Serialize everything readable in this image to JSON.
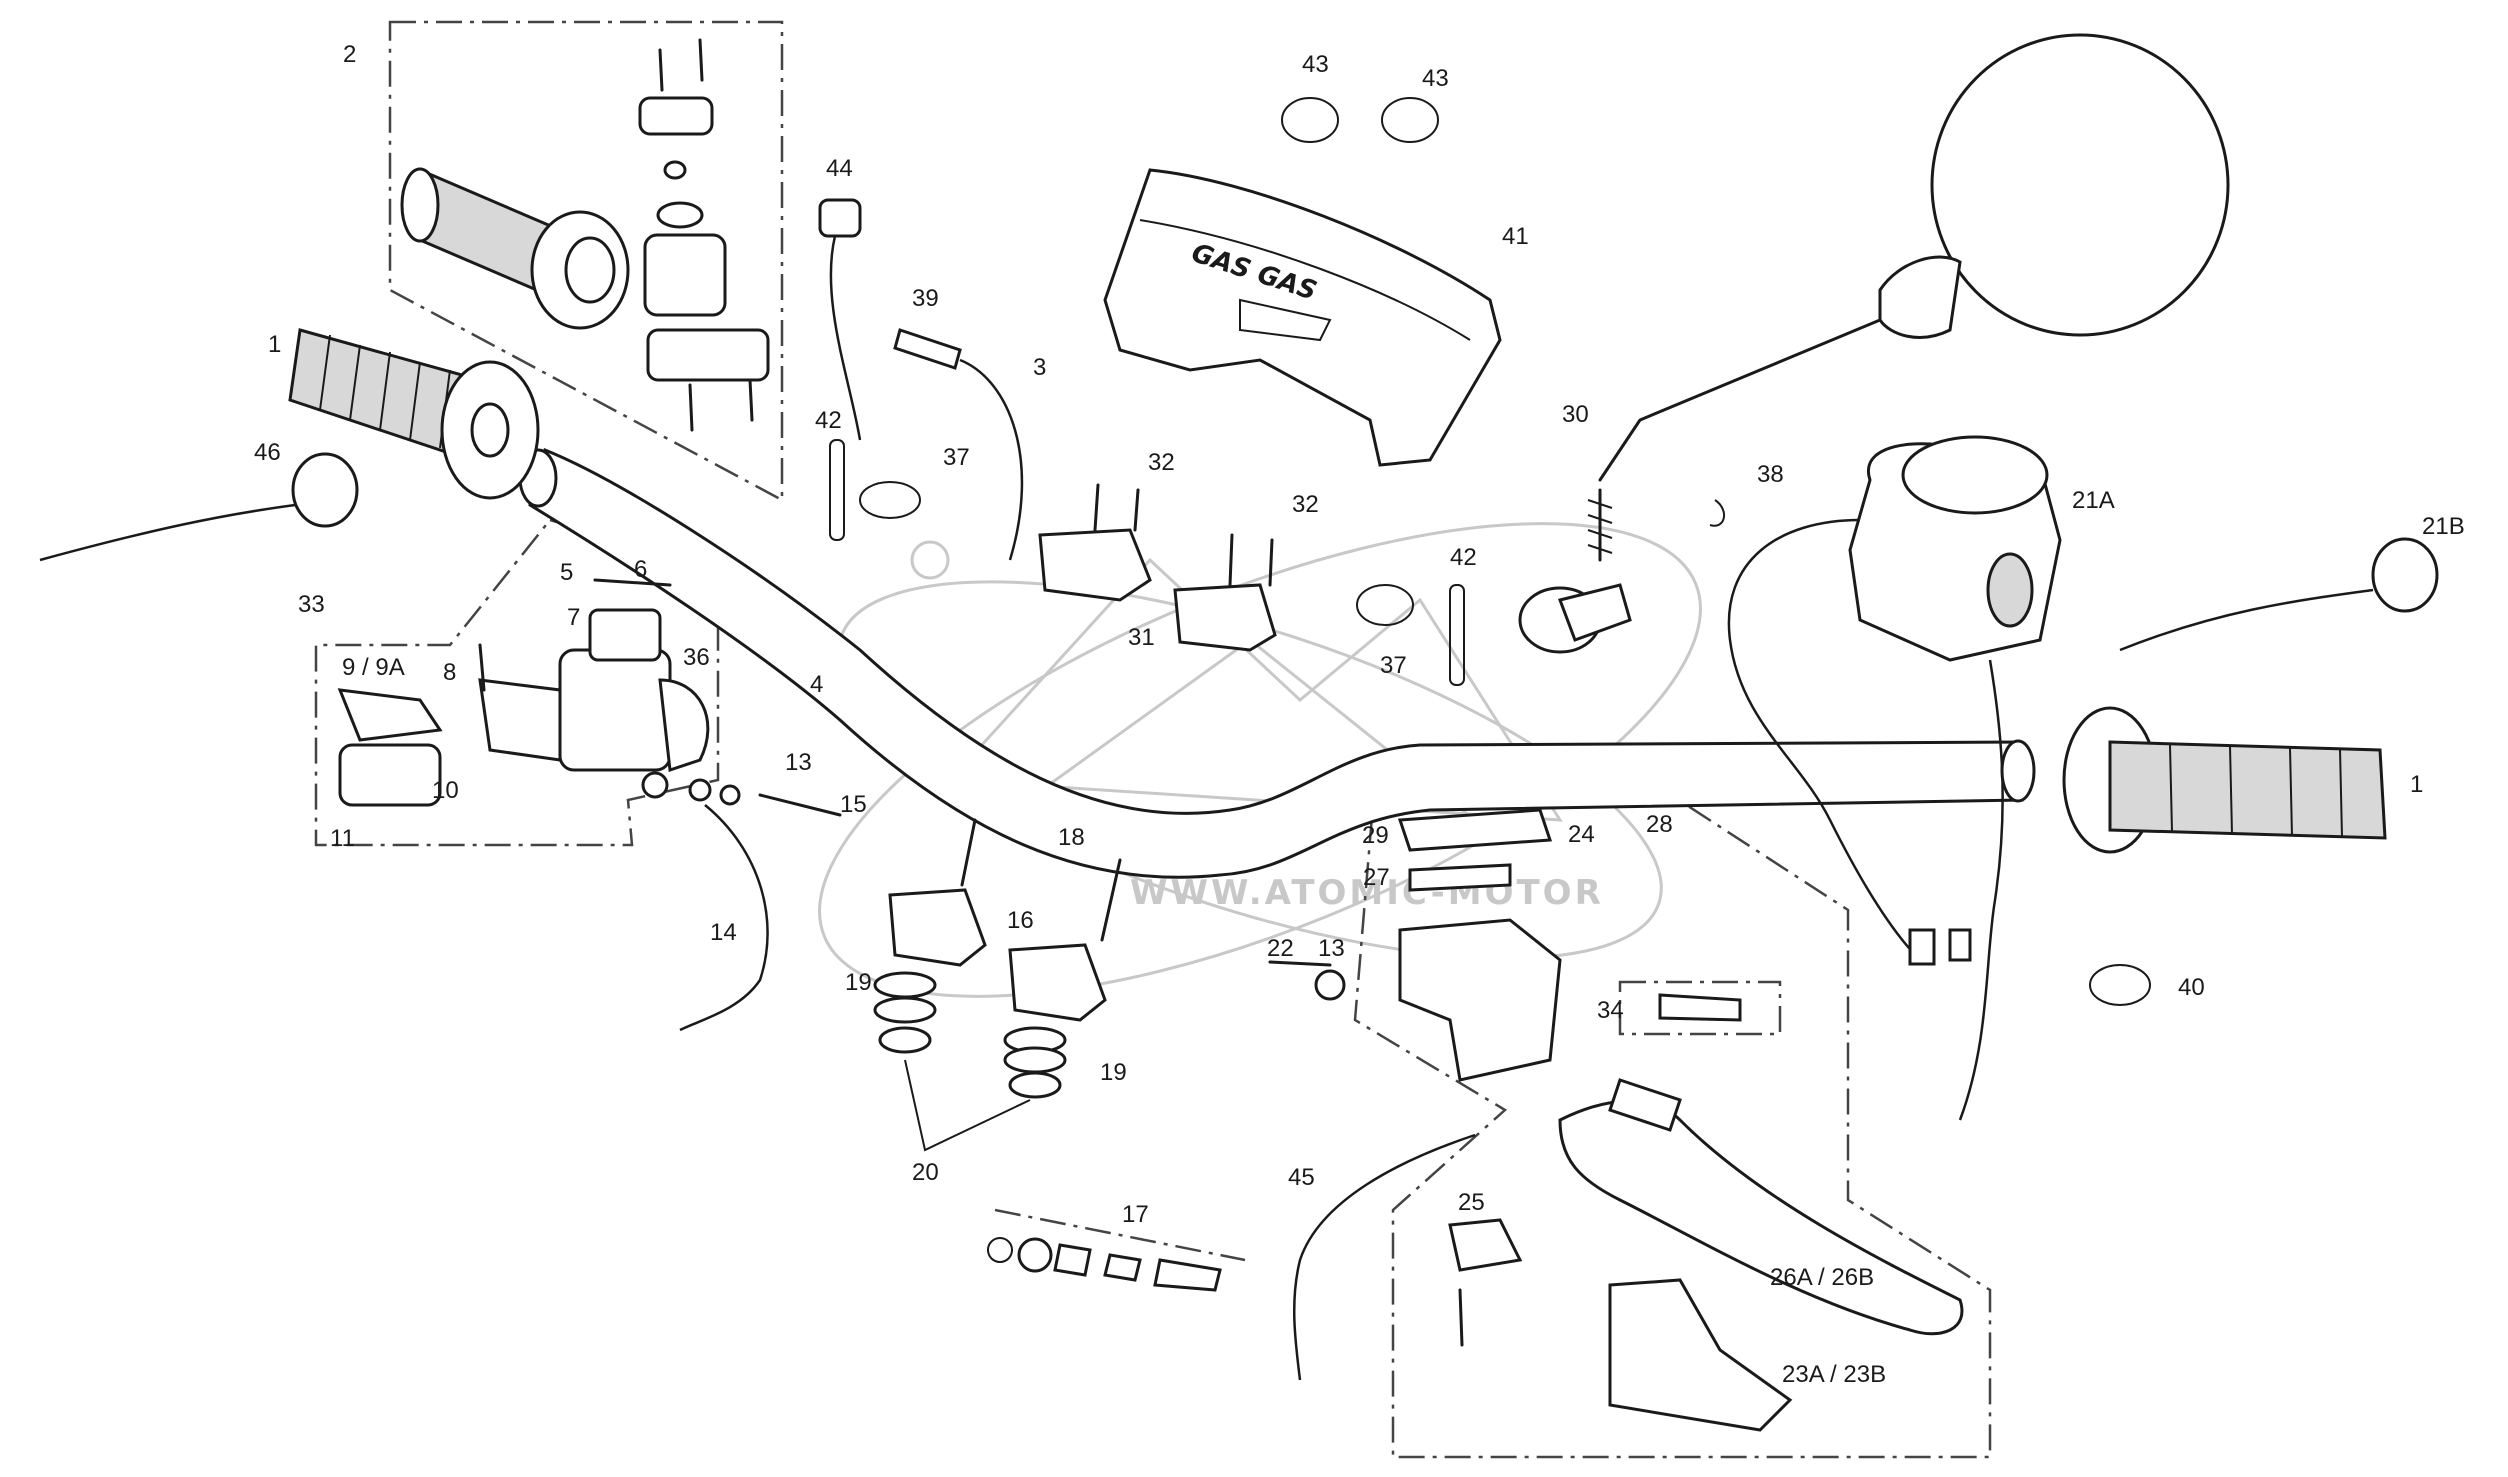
{
  "cover_brand": "GAS GAS",
  "watermark": {
    "text": "WWW.ATOMIC-MOTOR"
  },
  "callouts": [
    {
      "id": "c-1a",
      "text": "1"
    },
    {
      "id": "c-1b",
      "text": "1"
    },
    {
      "id": "c-2",
      "text": "2"
    },
    {
      "id": "c-3",
      "text": "3"
    },
    {
      "id": "c-4",
      "text": "4"
    },
    {
      "id": "c-5",
      "text": "5"
    },
    {
      "id": "c-6",
      "text": "6"
    },
    {
      "id": "c-7",
      "text": "7"
    },
    {
      "id": "c-8",
      "text": "8"
    },
    {
      "id": "c-9",
      "text": "9 / 9A"
    },
    {
      "id": "c-10",
      "text": "10"
    },
    {
      "id": "c-11",
      "text": "11"
    },
    {
      "id": "c-13a",
      "text": "13"
    },
    {
      "id": "c-13b",
      "text": "13"
    },
    {
      "id": "c-14",
      "text": "14"
    },
    {
      "id": "c-15",
      "text": "15"
    },
    {
      "id": "c-16",
      "text": "16"
    },
    {
      "id": "c-17",
      "text": "17"
    },
    {
      "id": "c-18",
      "text": "18"
    },
    {
      "id": "c-19a",
      "text": "19"
    },
    {
      "id": "c-19b",
      "text": "19"
    },
    {
      "id": "c-20",
      "text": "20"
    },
    {
      "id": "c-21a",
      "text": "21A"
    },
    {
      "id": "c-21b",
      "text": "21B"
    },
    {
      "id": "c-22",
      "text": "22"
    },
    {
      "id": "c-23",
      "text": "23A / 23B"
    },
    {
      "id": "c-24",
      "text": "24"
    },
    {
      "id": "c-25",
      "text": "25"
    },
    {
      "id": "c-26",
      "text": "26A / 26B"
    },
    {
      "id": "c-27",
      "text": "27"
    },
    {
      "id": "c-28",
      "text": "28"
    },
    {
      "id": "c-29",
      "text": "29"
    },
    {
      "id": "c-30",
      "text": "30"
    },
    {
      "id": "c-31",
      "text": "31"
    },
    {
      "id": "c-32a",
      "text": "32"
    },
    {
      "id": "c-32b",
      "text": "32"
    },
    {
      "id": "c-33",
      "text": "33"
    },
    {
      "id": "c-34",
      "text": "34"
    },
    {
      "id": "c-36",
      "text": "36"
    },
    {
      "id": "c-37a",
      "text": "37"
    },
    {
      "id": "c-37b",
      "text": "37"
    },
    {
      "id": "c-38",
      "text": "38"
    },
    {
      "id": "c-39",
      "text": "39"
    },
    {
      "id": "c-40",
      "text": "40"
    },
    {
      "id": "c-41",
      "text": "41"
    },
    {
      "id": "c-42a",
      "text": "42"
    },
    {
      "id": "c-42b",
      "text": "42"
    },
    {
      "id": "c-43a",
      "text": "43"
    },
    {
      "id": "c-43b",
      "text": "43"
    },
    {
      "id": "c-44",
      "text": "44"
    },
    {
      "id": "c-45",
      "text": "45"
    },
    {
      "id": "c-46",
      "text": "46"
    }
  ]
}
